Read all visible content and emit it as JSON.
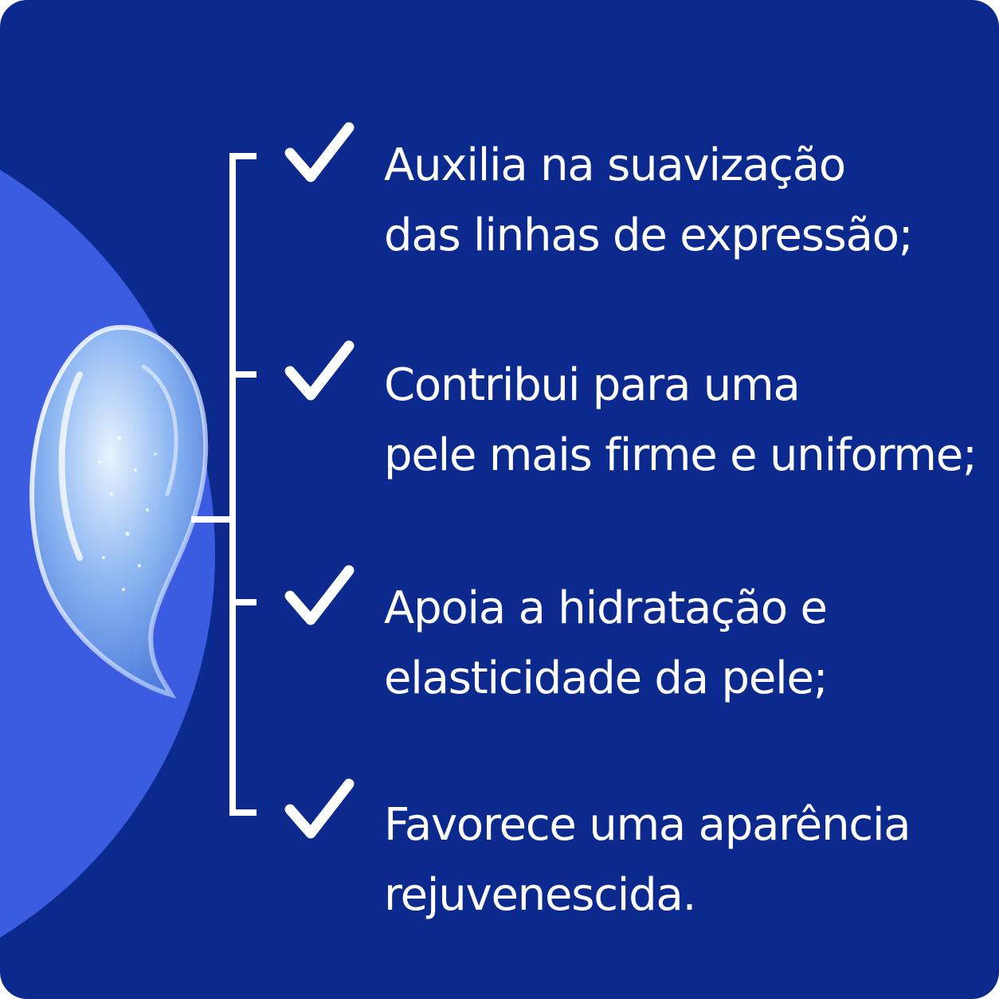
{
  "benefits": [
    {
      "line1": "Auxilia na suavização",
      "line2": "das linhas de expressão;"
    },
    {
      "line1": "Contribui para uma",
      "line2": "pele mais firme e uniforme;"
    },
    {
      "line1": "Apoia a hidratação e",
      "line2": "elasticidade da pele;"
    },
    {
      "line1": "Favorece uma aparência",
      "line2": "rejuvenescida."
    }
  ],
  "icons": {
    "check": "check-icon",
    "drop": "serum-drop-icon"
  },
  "colors": {
    "background": "#0c2a8e",
    "accent_arc": "#3b5ce0",
    "text": "#ffffff"
  }
}
